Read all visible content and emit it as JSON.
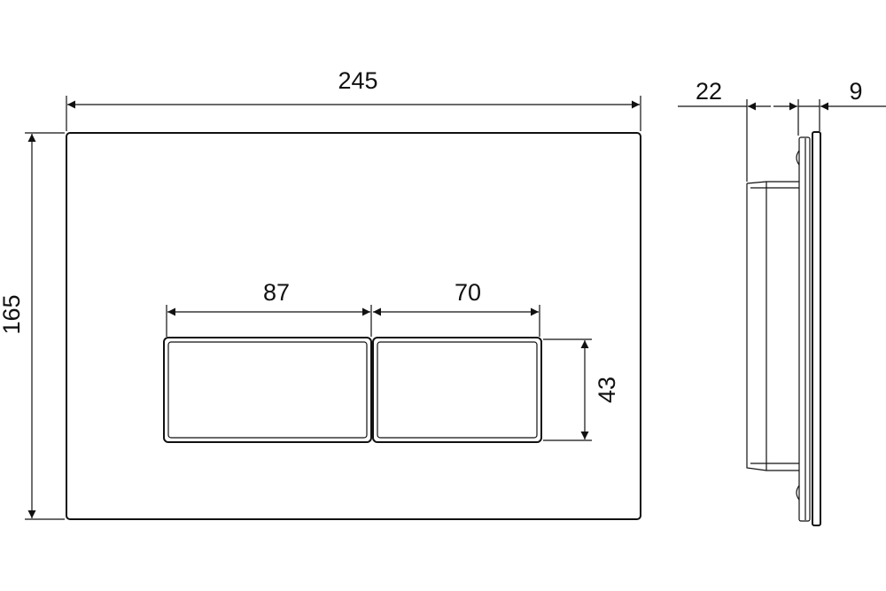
{
  "drawing": {
    "front_view": {
      "width_label": "245",
      "height_label": "165",
      "button_left_width_label": "87",
      "button_right_width_label": "70",
      "button_height_label": "43"
    },
    "side_view": {
      "depth_label": "22",
      "plate_thickness_label": "9"
    },
    "line_color": "#111111"
  }
}
